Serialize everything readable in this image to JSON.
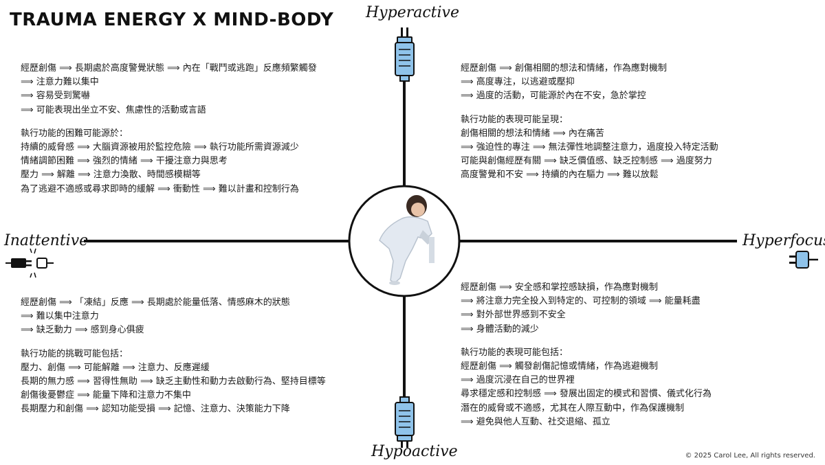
{
  "title": "TRAUMA ENERGY X MIND-BODY",
  "axes": {
    "top": "Hyperactive",
    "bottom": "Hypoactive",
    "left": "Inattentive",
    "right": "Hyperfocus"
  },
  "icons": {
    "top_plug": "plug-icon",
    "bottom_plug": "plug-icon",
    "left_plug": "unplugged-plug-icon",
    "right_plug": "plug-icon",
    "center_photo": "child-photo"
  },
  "colors": {
    "plug_blue": "#8fc3ea",
    "axis_line": "#111111"
  },
  "quadrants": {
    "top_left": {
      "block1": [
        "經歷創傷 ⟹ 長期處於高度警覺狀態 ⟹ 內在「戰鬥或逃跑」反應頻繁觸發",
        "⟹ 注意力難以集中",
        "⟹ 容易受到驚嚇",
        "⟹ 可能表現出坐立不安、焦慮性的活動或言語"
      ],
      "block2": [
        "執行功能的困難可能源於：",
        "持續的威脅感 ⟹ 大腦資源被用於監控危險 ⟹ 執行功能所需資源減少",
        "情緒調節困難 ⟹ 強烈的情緒 ⟹ 干擾注意力與思考",
        "壓力 ⟹ 解離 ⟹ 注意力渙散、時間感模糊等",
        "為了逃避不適感或尋求即時的緩解 ⟹ 衝動性 ⟹ 難以計畫和控制行為"
      ]
    },
    "top_right": {
      "block1": [
        "經歷創傷 ⟹ 創傷相關的想法和情緒，作為應對機制",
        "⟹ 高度專注，以逃避或壓抑",
        "⟹ 過度的活動，可能源於內在不安，急於掌控"
      ],
      "block2": [
        "執行功能的表現可能呈現：",
        "創傷相關的想法和情緒 ⟹ 內在痛苦",
        "⟹ 強迫性的專注 ⟹ 無法彈性地調整注意力，過度投入特定活動",
        "可能與創傷經歷有關 ⟹ 缺乏價值感、缺乏控制感 ⟹ 過度努力",
        "高度警覺和不安 ⟹ 持續的內在驅力 ⟹ 難以放鬆"
      ]
    },
    "bottom_left": {
      "block1": [
        "經歷創傷 ⟹ 「凍結」反應 ⟹ 長期處於能量低落、情感麻木的狀態",
        "⟹ 難以集中注意力",
        "⟹ 缺乏動力 ⟹ 感到身心俱疲"
      ],
      "block2": [
        "執行功能的挑戰可能包括：",
        "壓力、創傷 ⟹ 可能解離 ⟹ 注意力、反應遲緩",
        "長期的無力感 ⟹ 習得性無助 ⟹ 缺乏主動性和動力去啟動行為、堅持目標等",
        "創傷後憂鬱症 ⟹ 能量下降和注意力不集中",
        "長期壓力和創傷 ⟹ 認知功能受損 ⟹ 記憶、注意力、決策能力下降"
      ]
    },
    "bottom_right": {
      "block1": [
        "經歷創傷 ⟹ 安全感和掌控感缺損，作為應對機制",
        "⟹ 將注意力完全投入到特定的、可控制的領域 ⟹ 能量耗盡",
        "⟹ 對外部世界感到不安全",
        "⟹ 身體活動的減少"
      ],
      "block2": [
        "執行功能的表現可能包括：",
        "經歷創傷 ⟹ 觸發創傷記憶或情緒，作為逃避機制",
        "⟹ 過度沉浸在自己的世界裡",
        "尋求穩定感和控制感 ⟹ 發展出固定的模式和習慣、儀式化行為",
        "潛在的威脅或不適感，尤其在人際互動中，作為保護機制",
        "⟹ 避免與他人互動、社交退縮、孤立"
      ]
    }
  },
  "copyright": "© 2025 Carol Lee, All rights reserved."
}
